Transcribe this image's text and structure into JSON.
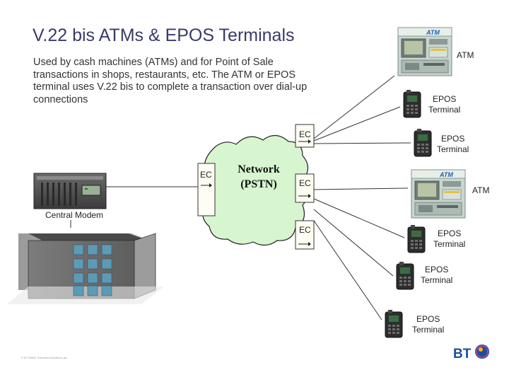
{
  "slide": {
    "title": "V.22 bis ATMs & EPOS Terminals",
    "description": "Used by cash machines (ATMs) and for Point of Sale transactions in shops, restaurants, etc. The ATM or EPOS terminal uses V.22 bis to complete a transaction over dial-up connections",
    "copyright": "© BT British Telecommunications plc"
  },
  "network": {
    "line1": "Network",
    "line2": "(PSTN)"
  },
  "ec_labels": {
    "central": "EC",
    "top": "EC",
    "middle": "EC",
    "bottom": "EC"
  },
  "central_modem_label": "Central Modem",
  "devices": [
    {
      "type": "atm",
      "label": "ATM"
    },
    {
      "type": "epos",
      "label_line1": "EPOS",
      "label_line2": "Terminal"
    },
    {
      "type": "epos",
      "label_line1": "EPOS",
      "label_line2": "Terminal"
    },
    {
      "type": "atm",
      "label": "ATM"
    },
    {
      "type": "epos",
      "label_line1": "EPOS",
      "label_line2": "Terminal"
    },
    {
      "type": "epos",
      "label_line1": "EPOS",
      "label_line2": "Terminal"
    },
    {
      "type": "epos",
      "label_line1": "EPOS",
      "label_line2": "Terminal"
    }
  ],
  "logo": {
    "text": "BT",
    "color": "#1a4fa0"
  },
  "colors": {
    "cloud": "#d7f5cf",
    "title": "#3a3a6a",
    "atm_brand": "#1f5fb0"
  }
}
